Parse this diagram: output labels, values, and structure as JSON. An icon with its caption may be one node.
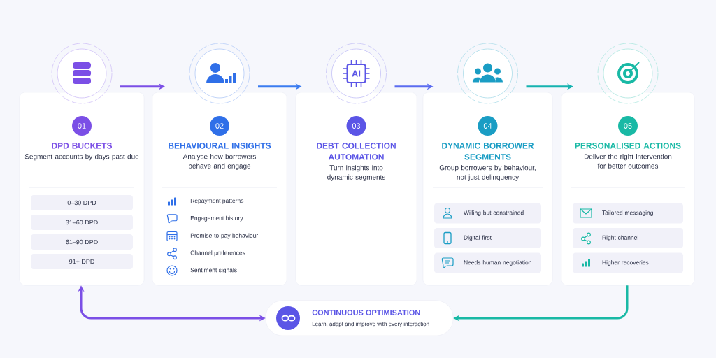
{
  "diagram": {
    "nodes": [
      {
        "text": [
          "01",
          "DPD BUCKETS",
          "Segment accounts by days past due"
        ]
      },
      {
        "text": [
          "0–30 DPD"
        ],
        "in": 0
      },
      {
        "text": [
          "31–60 DPD"
        ],
        "in": 0
      },
      {
        "text": [
          "61–90 DPD"
        ],
        "in": 0
      },
      {
        "text": [
          "91+ DPD"
        ],
        "in": 0
      },
      {
        "text": [
          "02",
          "BEHAVIOURAL INSIGHTS",
          "Analyse how borrowers behave and engage",
          "Repayment patterns",
          "Engagement history",
          "Promise-to-pay behaviour",
          "Channel preferences",
          "Sentiment signals"
        ]
      },
      {
        "text": [
          "03",
          "DEBT COLLECTION AUTOMATION",
          "Turn insights into dynamic segments"
        ]
      },
      {
        "text": [
          "04",
          "DYNAMIC BORROWER SEGMENTS",
          "Group borrowers by behaviour, not just delinquency"
        ]
      },
      {
        "text": [
          "Willing but constrained"
        ],
        "in": 7
      },
      {
        "text": [
          "Digital-first"
        ],
        "in": 7
      },
      {
        "text": [
          "Needs human negotiation"
        ],
        "in": 7
      },
      {
        "text": [
          "05",
          "PERSONALISED ACTIONS",
          "Deliver the right intervention for better outcomes"
        ]
      },
      {
        "text": [
          "Tailored messaging"
        ],
        "in": 11
      },
      {
        "text": [
          "Right channel"
        ],
        "in": 11
      },
      {
        "text": [
          "Higher recoveries"
        ],
        "in": 11
      },
      {
        "text": [
          "CONTINUOUS OPTIMISATION",
          "Learn, adapt and improve with every interaction"
        ]
      }
    ],
    "edges": [
      {
        "from": 0,
        "to": 5,
        "arrow": "to"
      },
      {
        "from": 5,
        "to": 6,
        "arrow": "to"
      },
      {
        "from": 6,
        "to": 7,
        "arrow": "to"
      },
      {
        "from": 7,
        "to": 11,
        "arrow": "to",
        "color": "#16b3b0"
      },
      {
        "from": 11,
        "to": 15,
        "arrow": "to",
        "color": "#19b9a5"
      },
      {
        "from": 15,
        "to": 0,
        "arrow": "both"
      }
    ],
    "labels": [
      "AI"
    ]
  }
}
